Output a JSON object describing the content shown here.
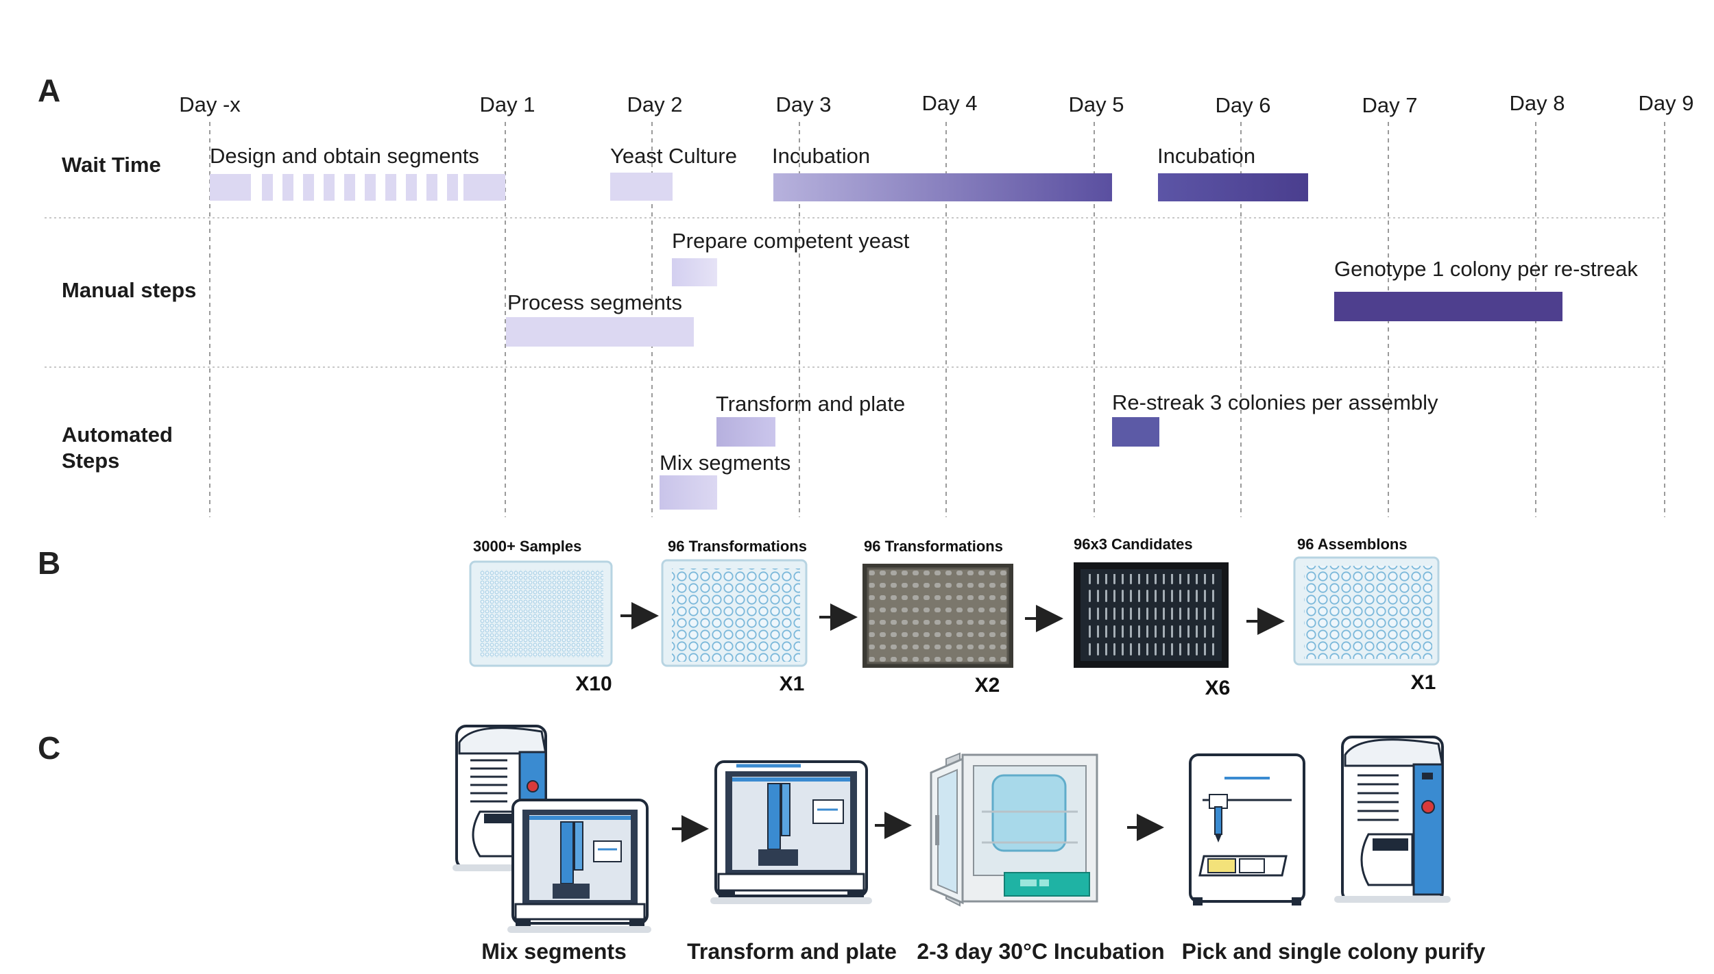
{
  "panels": {
    "a": "A",
    "b": "B",
    "c": "C"
  },
  "timeline": {
    "days": [
      "Day -x",
      "Day 1",
      "Day 2",
      "Day 3",
      "Day 4",
      "Day 5",
      "Day 6",
      "Day 7",
      "Day 8",
      "Day 9"
    ],
    "rows": {
      "wait": "Wait Time",
      "manual": "Manual steps",
      "automated_line1": "Automated",
      "automated_line2": "Steps"
    },
    "tasks": {
      "design": "Design and obtain segments",
      "yeast_culture": "Yeast Culture",
      "incubation1": "Incubation",
      "incubation2": "Incubation",
      "prepare_yeast": "Prepare competent yeast",
      "process_segments": "Process segments",
      "genotype": "Genotype 1 colony per re-streak",
      "transform_plate": "Transform and plate",
      "restreak": "Re-streak 3 colonies per assembly",
      "mix_segments": "Mix segments"
    },
    "colors": {
      "light": "#dcd9f1",
      "mid": "#b3aedc",
      "dark": "#4b3f8f",
      "blue": "#5c5aa6"
    }
  },
  "samples": {
    "titles": [
      "3000+ Samples",
      "96 Transformations",
      "96 Transformations",
      "96x3 Candidates",
      "96 Assemblons"
    ],
    "multipliers": [
      "X10",
      "X1",
      "X2",
      "X6",
      "X1"
    ]
  },
  "instruments": {
    "labels": [
      "Mix segments",
      "Transform and plate",
      "2-3 day 30°C Incubation",
      "Pick and single colony purify"
    ]
  }
}
